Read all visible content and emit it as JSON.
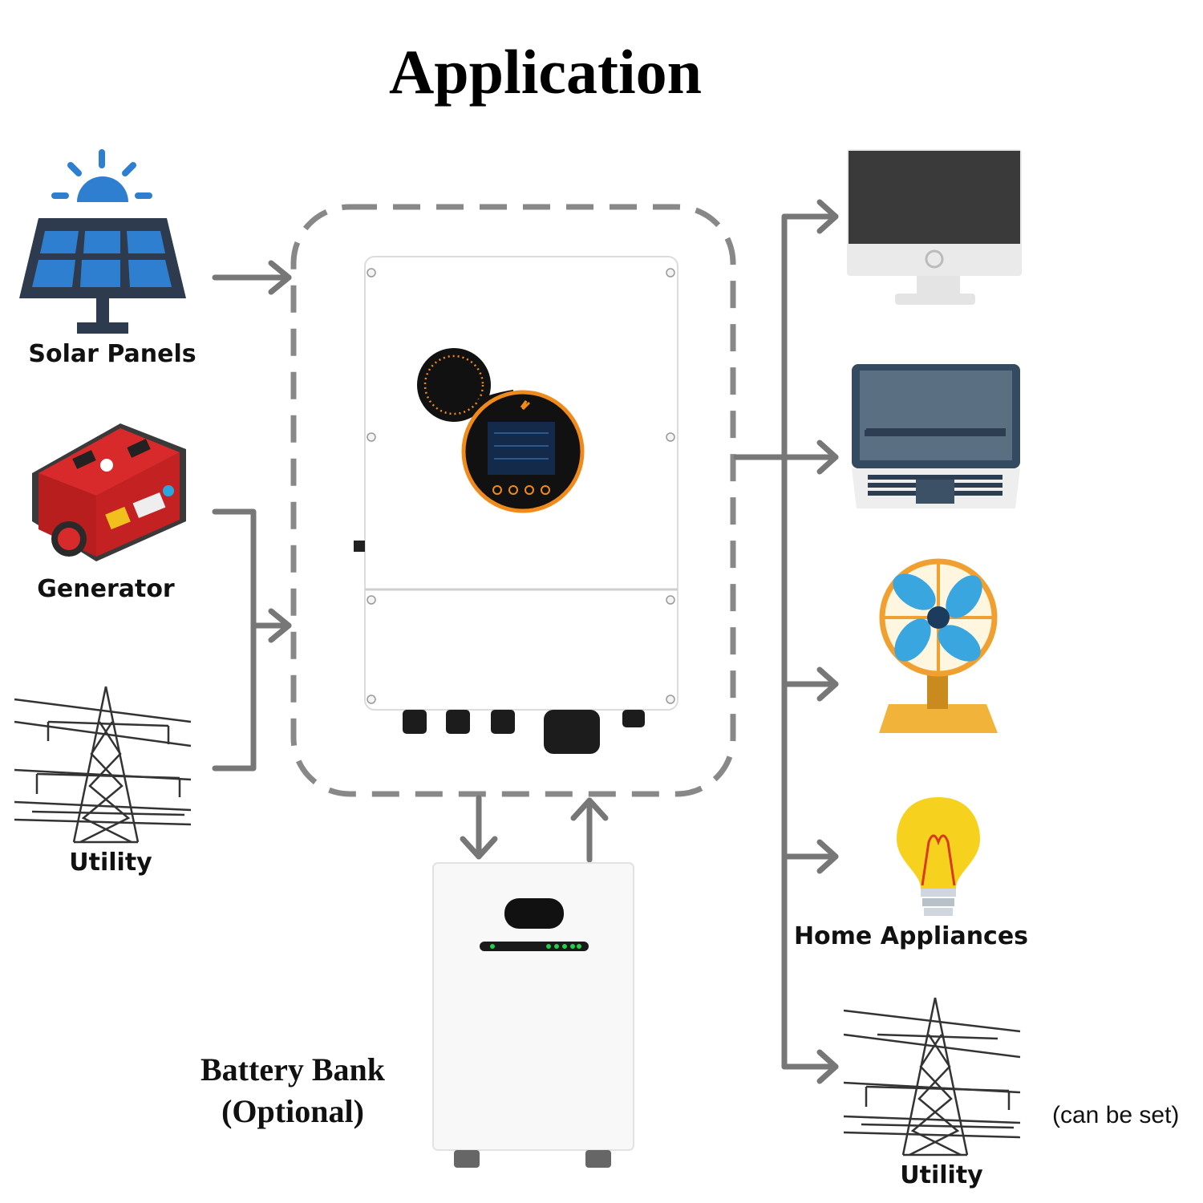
{
  "title": "Application",
  "sources": {
    "solar": "Solar Panels",
    "generator": "Generator",
    "utility": "Utility"
  },
  "battery": {
    "line1": "Battery Bank",
    "line2": "(Optional)"
  },
  "loads": {
    "home_appliances": "Home Appliances",
    "utility": "Utility",
    "utility_note": "(can be set)"
  },
  "colors": {
    "arrow": "#777777",
    "dashed_box": "#888888",
    "solar_blue": "#2f7fd0",
    "generator_red": "#d82a2a",
    "fan_blue": "#3aa6e0",
    "fan_orange": "#f0a030",
    "bulb_yellow": "#f6d21e",
    "led_green": "#22d14a",
    "display_orange": "#f08a1a"
  },
  "icons": [
    "solar-panel-icon",
    "generator-icon",
    "power-tower-icon",
    "monitor-icon",
    "laptop-icon",
    "fan-icon",
    "light-bulb-icon",
    "inverter-image",
    "battery-image"
  ]
}
